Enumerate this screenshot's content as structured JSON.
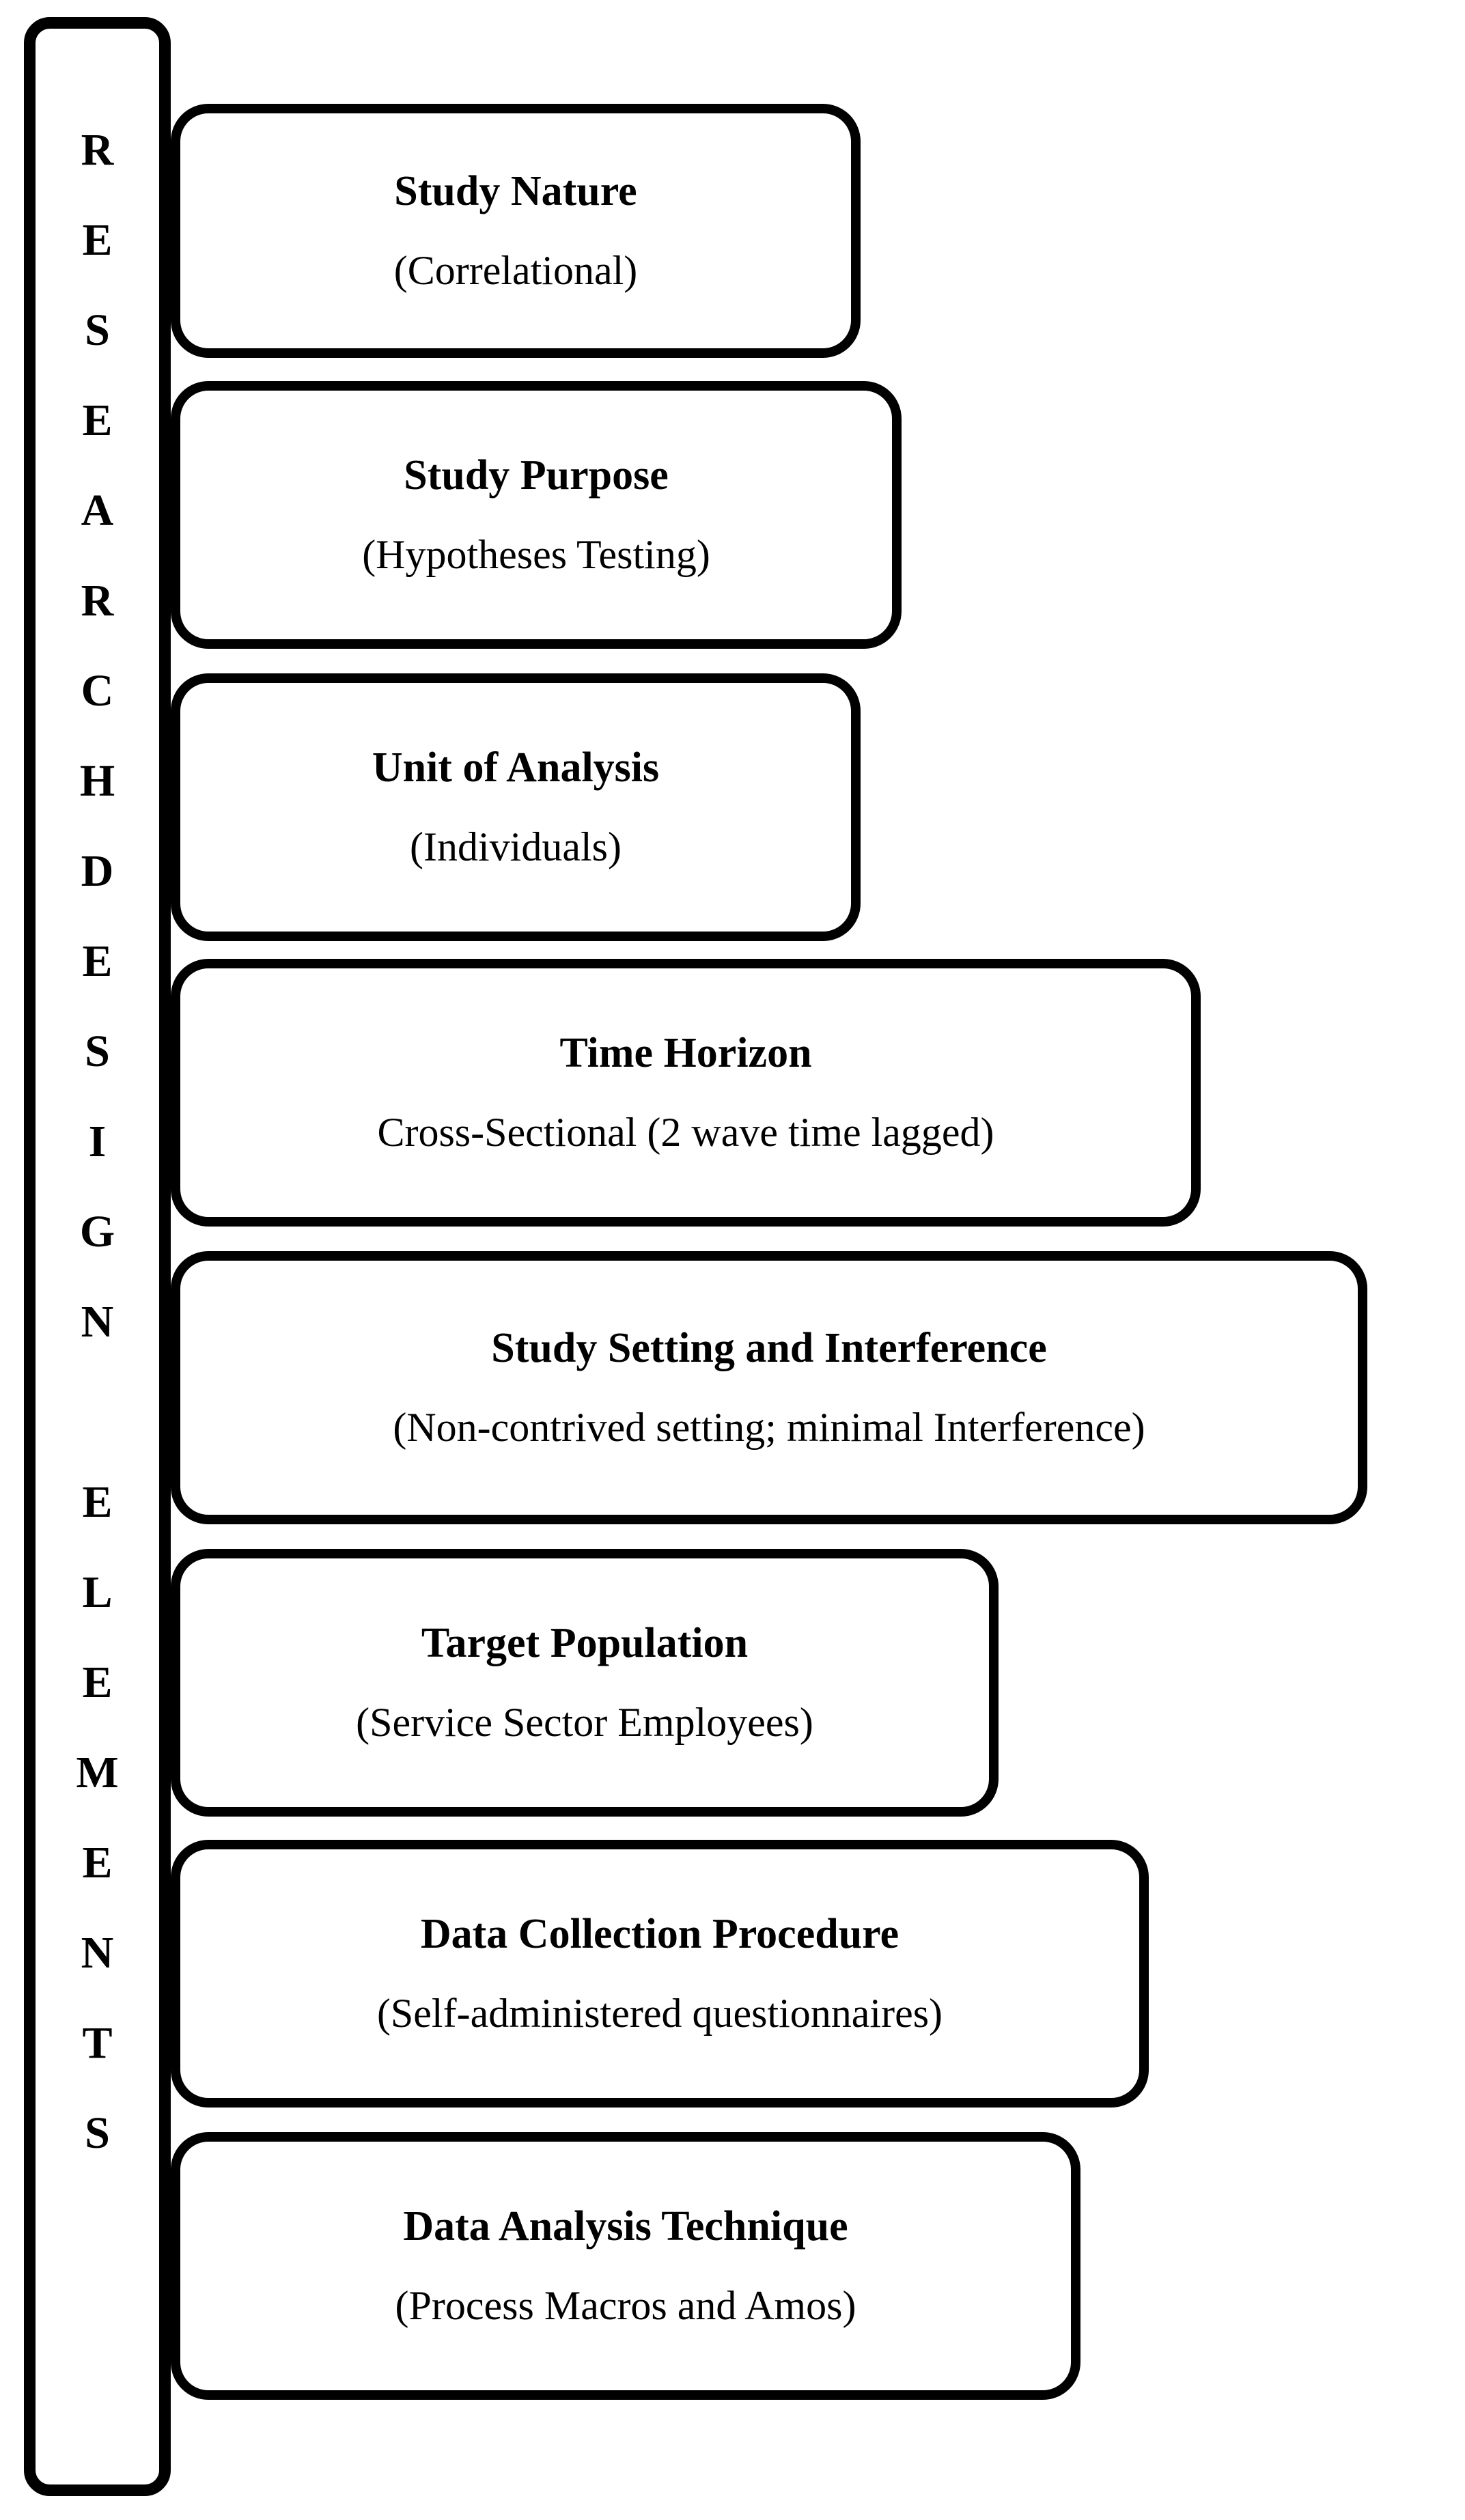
{
  "figure": {
    "spine_label": "RESEARCH DESIGN ELEMENTS",
    "spine_letters": [
      "R",
      "E",
      "S",
      "E",
      "A",
      "R",
      "C",
      "H",
      "D",
      "E",
      "S",
      "I",
      "G",
      "N",
      "",
      "E",
      "L",
      "E",
      "M",
      "E",
      "N",
      "T",
      "S"
    ],
    "colors": {
      "stroke": "#000000",
      "fill": "#ffffff",
      "text": "#000000"
    },
    "nodes": [
      {
        "title": "Study Nature",
        "subtitle": "(Correlational)"
      },
      {
        "title": "Study Purpose",
        "subtitle": "(Hypotheses Testing)"
      },
      {
        "title": "Unit of Analysis",
        "subtitle": "(Individuals)"
      },
      {
        "title": "Time Horizon",
        "subtitle": "Cross-Sectional (2 wave time lagged)"
      },
      {
        "title": "Study Setting and Interference",
        "subtitle": "(Non-contrived setting; minimal Interference)"
      },
      {
        "title": "Target Population",
        "subtitle": "(Service Sector Employees)"
      },
      {
        "title": "Data Collection Procedure",
        "subtitle": "(Self-administered questionnaires)"
      },
      {
        "title": "Data Analysis Technique",
        "subtitle": "(Process Macros and Amos)"
      }
    ]
  }
}
